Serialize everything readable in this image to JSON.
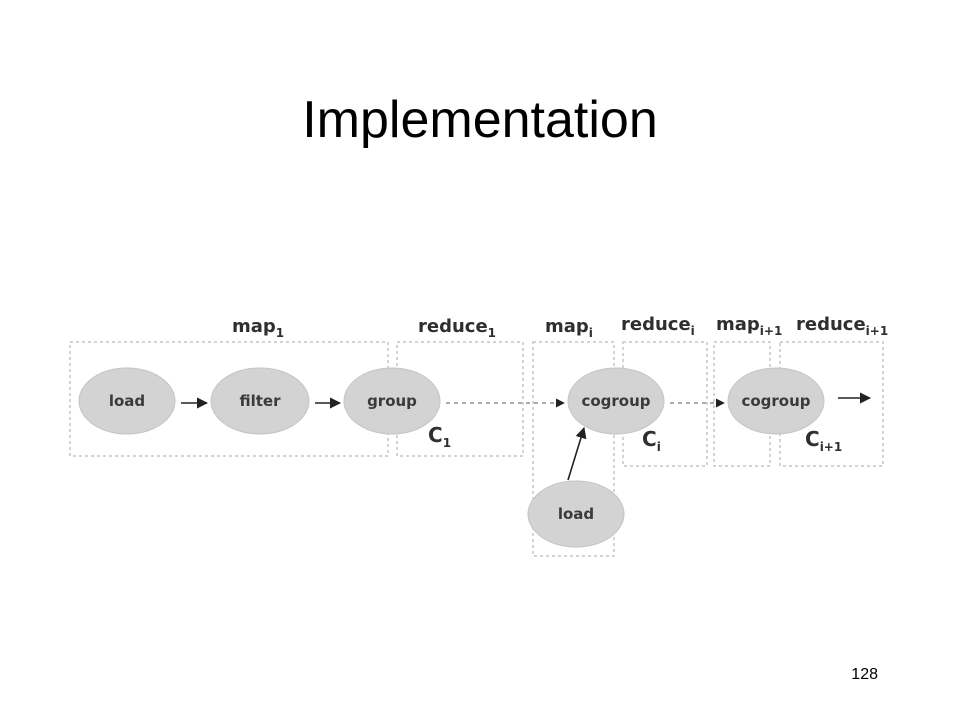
{
  "title": "Implementation",
  "page_number": "128",
  "phases": {
    "map1": {
      "base": "map",
      "sub": "1"
    },
    "reduce1": {
      "base": "reduce",
      "sub": "1"
    },
    "mapi": {
      "base": "map",
      "sub": "i"
    },
    "reducei": {
      "base": "reduce",
      "sub": "i"
    },
    "mapi1": {
      "base": "map",
      "sub": "i+1"
    },
    "reducei1": {
      "base": "reduce",
      "sub": "i+1"
    }
  },
  "nodes": {
    "load1": "load",
    "filter": "filter",
    "group": "group",
    "cogroup_i": "cogroup",
    "cogroup_i1": "cogroup",
    "load2": "load"
  },
  "c_labels": {
    "c1": {
      "base": "C",
      "sub": "1"
    },
    "ci": {
      "base": "C",
      "sub": "i"
    },
    "ci1": {
      "base": "C",
      "sub": "i+1"
    }
  }
}
